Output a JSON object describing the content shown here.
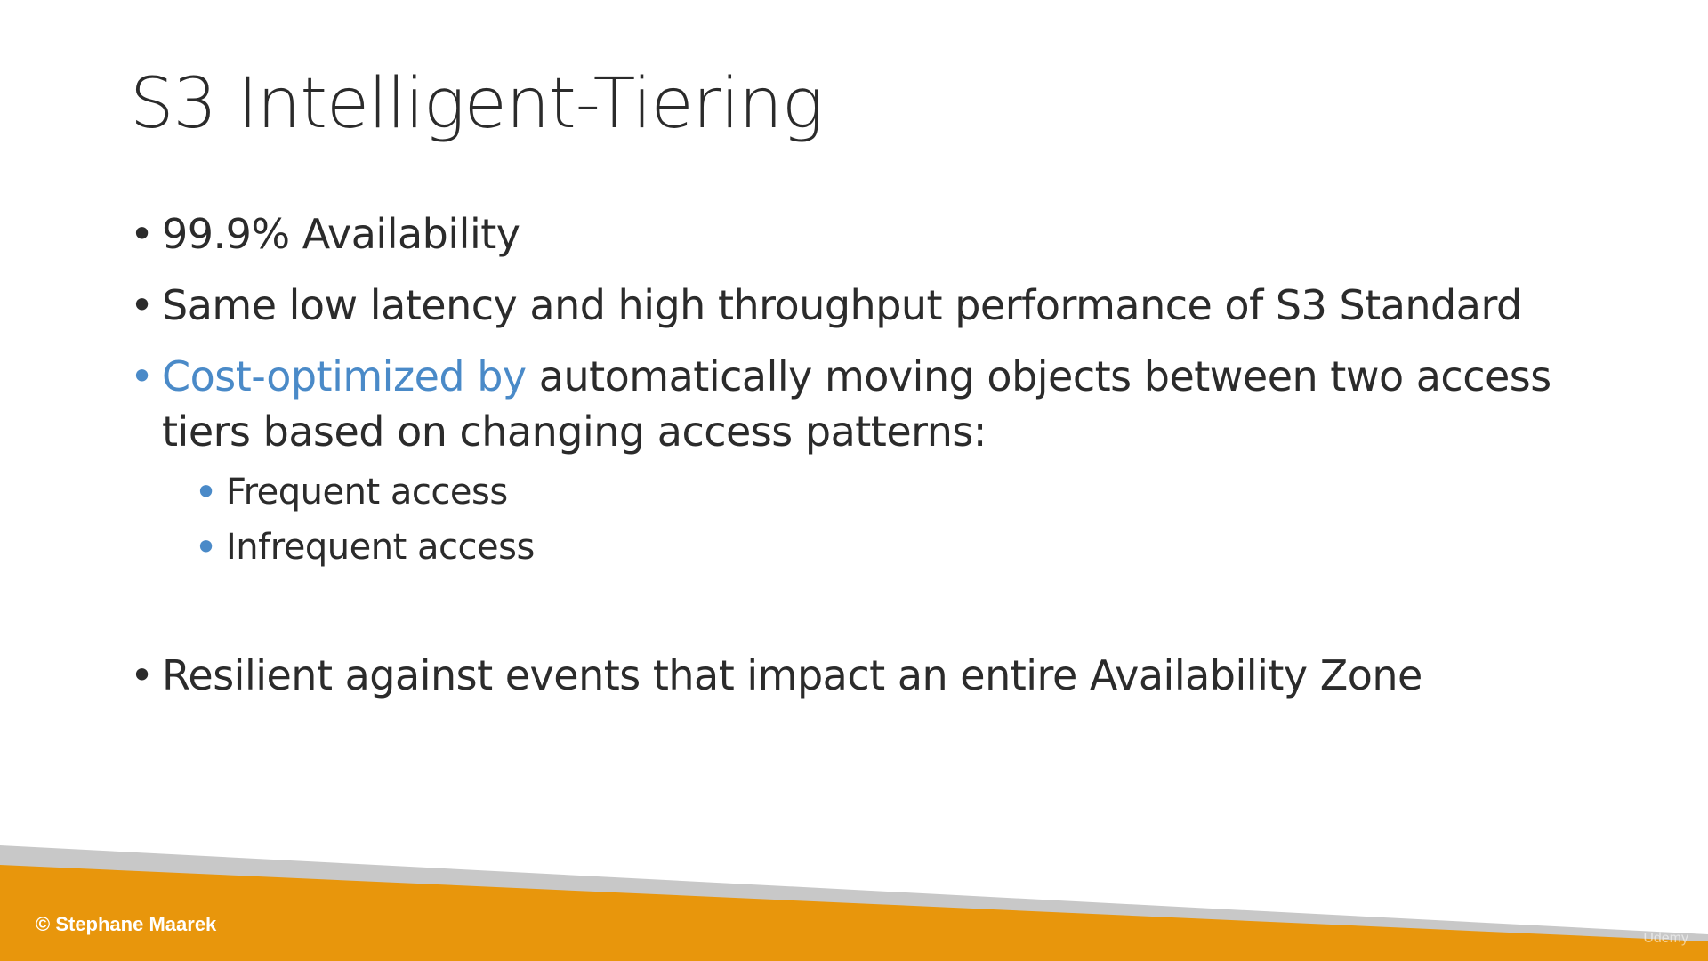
{
  "slide": {
    "title": "S3 Intelligent-Tiering",
    "bullets": {
      "b1": "99.9% Availability",
      "b2": "Same low latency and high throughput performance of S3 Standard",
      "b3_highlight": "Cost-optimized by",
      "b3_rest": " automatically moving objects between two access tiers based on changing access patterns:",
      "sub1": "Frequent access",
      "sub2": "Infrequent access",
      "b4": "Resilient against events that impact an entire Availability Zone"
    },
    "bullet_glyph": "•"
  },
  "footer": {
    "copyright": "© Stephane Maarek",
    "watermark": "Udemy"
  },
  "colors": {
    "accent": "#4a8ac8",
    "footer_orange": "#e8960c",
    "footer_gray": "#c8c8c8",
    "text": "#2b2b2b"
  }
}
